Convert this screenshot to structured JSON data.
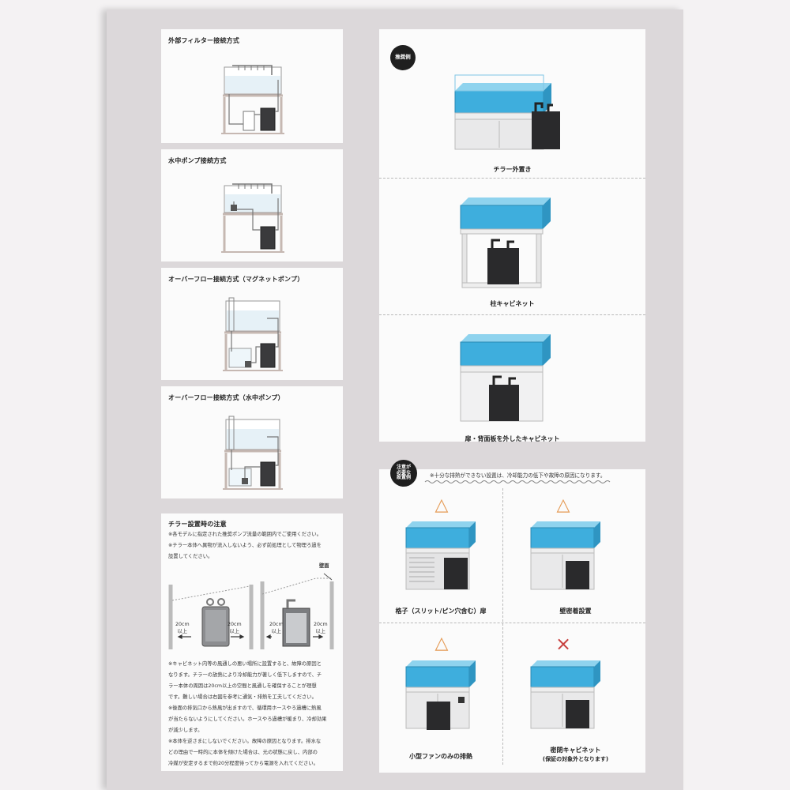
{
  "systems": [
    {
      "title": "外部フィルター接続方式"
    },
    {
      "title": "水中ポンプ接続方式"
    },
    {
      "title": "オーバーフロー接続方式（マグネットポンプ）"
    },
    {
      "title": "オーバーフロー接続方式（水中ポンプ）"
    }
  ],
  "caution": {
    "title": "チラー設置時の注意",
    "intro": [
      "※各モデルに指定された推奨ポンプ流量の範囲内でご使用ください。",
      "※チラー本体へ異物が流入しないよう、必ず前処理として物理ろ過を",
      "設置してください。"
    ],
    "wall_label": "壁面",
    "clearance_label_top": "20cm",
    "clearance_label_bottom": "以上",
    "notes": [
      "※キャビネット内等の風通しの悪い場所に設置すると、故障の原因と",
      "なります。チラーの放熱により冷却能力が著しく低下しますので、チ",
      "ラー本体の周囲は20cm以上の空間と風通しを確保することが理想",
      "です。難しい場合は右図を参考に通気・排熱を工夫してください。",
      "※後面の排気口から熱風が出ますので、循環用ホースやろ過槽に熱風",
      "が当たらないようにしてください。ホースやろ過槽が暖まり、冷却効果",
      "が減少します。",
      "※本体を逆さまにしないでください。故障の原因となります。排水な",
      "どの理由で一時的に本体を傾けた場合は、元の状態に戻し、内部の",
      "冷媒が安定するまで約20分程度待ってから電源を入れてください。"
    ]
  },
  "recommended": {
    "badge": "推奨例",
    "items": [
      {
        "caption": "チラー外置き"
      },
      {
        "caption": "柱キャビネット"
      },
      {
        "caption": "扉・背面板を外したキャビネット"
      }
    ]
  },
  "attention": {
    "badge_lines": [
      "注意が",
      "必要な",
      "設置例"
    ],
    "header": "※十分な排熱ができない設置は、冷却能力の低下や故障の原因になります。",
    "items": [
      {
        "mark": "△",
        "caption": "格子（スリット/ピン穴含む）扉"
      },
      {
        "mark": "△",
        "caption": "壁密着設置"
      },
      {
        "mark": "△",
        "caption": "小型ファンのみの排熱"
      },
      {
        "mark": "×",
        "caption": "密閉キャビネット",
        "subcaption": "(保証の対象外となります)"
      }
    ]
  },
  "colors": {
    "water": "#3eaedd",
    "chiller": "#2a2a2c",
    "triangle": "#e59a54",
    "cross": "#c8413f"
  }
}
